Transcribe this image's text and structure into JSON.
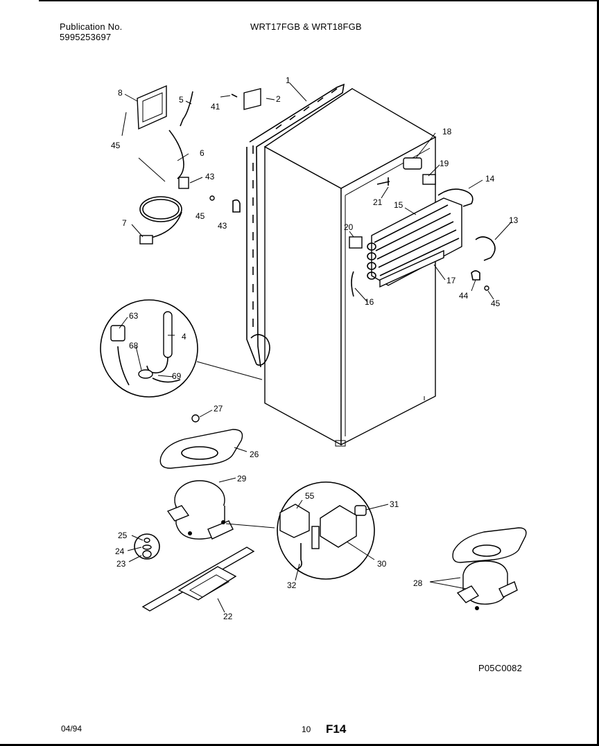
{
  "header": {
    "publication_label": "Publication No.",
    "publication_number": "5995253697",
    "models": "WRT17FGB & WRT18FGB"
  },
  "diagram": {
    "callouts": [
      "1",
      "2",
      "4",
      "5",
      "6",
      "7",
      "8",
      "13",
      "14",
      "15",
      "16",
      "17",
      "18",
      "19",
      "20",
      "21",
      "22",
      "23",
      "24",
      "25",
      "26",
      "27",
      "28",
      "29",
      "30",
      "31",
      "32",
      "41",
      "43",
      "44",
      "45",
      "55",
      "63",
      "68",
      "69"
    ],
    "drawing_code": "P05C0082"
  },
  "footer": {
    "date": "04/94",
    "page": "10",
    "figure": "F14"
  }
}
